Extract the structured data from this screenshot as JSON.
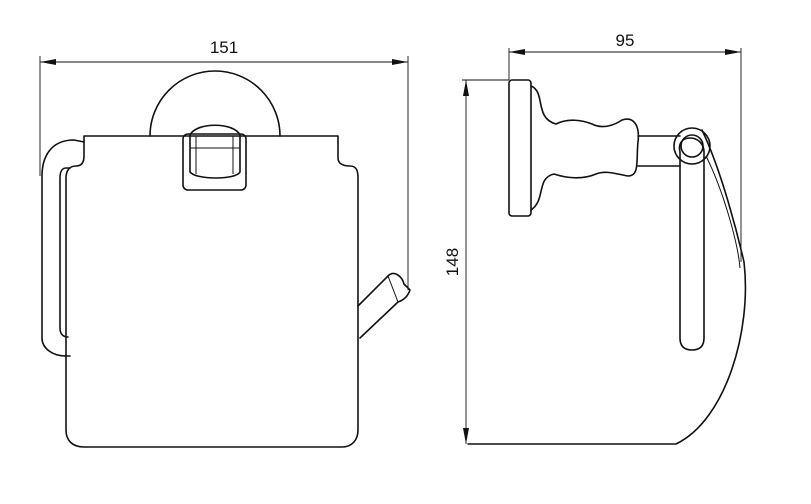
{
  "dimensions": {
    "front_width": "151",
    "side_depth": "95",
    "side_height": "148"
  }
}
